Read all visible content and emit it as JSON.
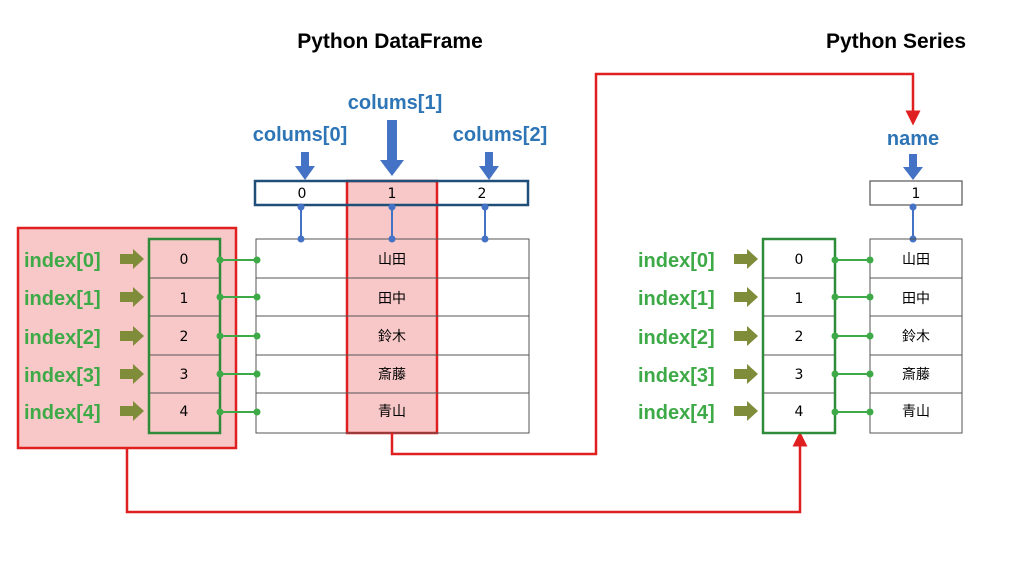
{
  "titles": {
    "dataframe": "Python DataFrame",
    "series": "Python Series"
  },
  "dataframe": {
    "columns": [
      "colums[0]",
      "colums[1]",
      "colums[2]"
    ],
    "column_positions": [
      "0",
      "1",
      "2"
    ],
    "index_labels": [
      "index[0]",
      "index[1]",
      "index[2]",
      "index[3]",
      "index[4]"
    ],
    "index_values": [
      "0",
      "1",
      "2",
      "3",
      "4"
    ],
    "column1_values": [
      "山田",
      "田中",
      "鈴木",
      "斎藤",
      "青山"
    ]
  },
  "series": {
    "name_label": "name",
    "name_value": "1",
    "index_labels": [
      "index[0]",
      "index[1]",
      "index[2]",
      "index[3]",
      "index[4]"
    ],
    "index_values": [
      "0",
      "1",
      "2",
      "3",
      "4"
    ],
    "values": [
      "山田",
      "田中",
      "鈴木",
      "斎藤",
      "青山"
    ]
  },
  "colors": {
    "column_label": "#2E75B6",
    "index_label": "#3DAA47",
    "index_arrow": "#7F8C3A",
    "highlight_border": "#E02020",
    "highlight_fill": "#F8C8C8",
    "index_border": "#2E8B3A",
    "header_border": "#1F4E79",
    "connector": "#4472C4",
    "table_border": "#555555"
  },
  "icons": {
    "column_pointer": "down-arrow-icon",
    "index_pointer": "right-arrow-icon",
    "flow": "red-connector-arrow"
  }
}
